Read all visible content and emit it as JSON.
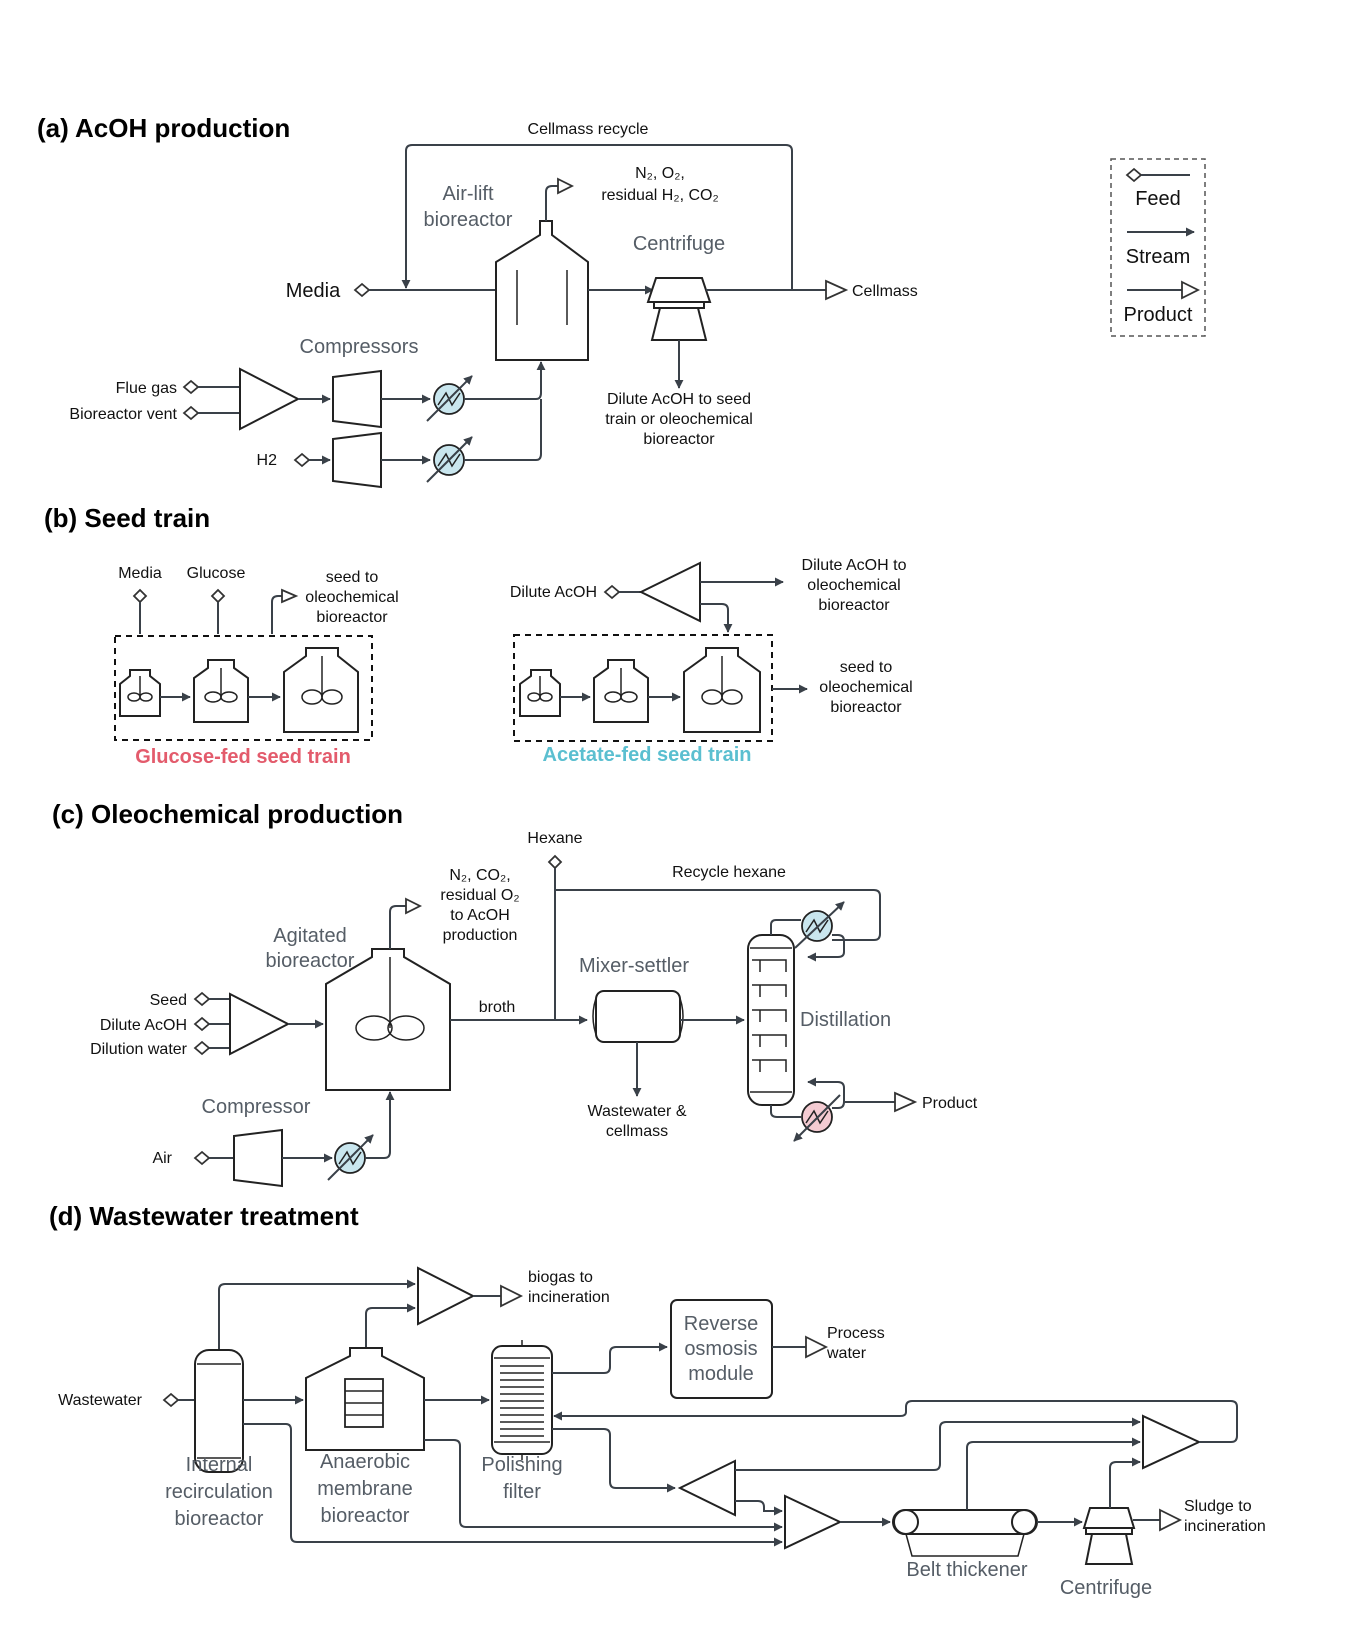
{
  "sections": {
    "a": "(a) AcOH production",
    "b": "(b) Seed train",
    "c": "(c) Oleochemical production",
    "d": "(d)  Wastewater treatment"
  },
  "legend": {
    "feed": "Feed",
    "stream": "Stream",
    "product": "Product"
  },
  "a": {
    "cellmass_recycle": "Cellmass recycle",
    "airlift": [
      "Air-lift",
      "bioreactor"
    ],
    "offgas": [
      "N₂, O₂,",
      "residual H₂, CO₂"
    ],
    "centrifuge": "Centrifuge",
    "media": "Media",
    "cellmass": "Cellmass",
    "compressors": "Compressors",
    "flue_gas": "Flue gas",
    "bioreactor_vent": "Bioreactor vent",
    "h2": "H2",
    "dilute_out": [
      "Dilute AcOH to seed",
      "train or oleochemical",
      "bioreactor"
    ]
  },
  "b": {
    "media": "Media",
    "glucose": "Glucose",
    "seed_out_glc": [
      "seed to",
      "oleochemical",
      "bioreactor"
    ],
    "glucose_train": "Glucose-fed seed train",
    "dilute_acoh": "Dilute AcOH",
    "dilute_out": [
      "Dilute AcOH to",
      "oleochemical",
      "bioreactor"
    ],
    "seed_out_ace": [
      "seed to",
      "oleochemical",
      "bioreactor"
    ],
    "acetate_train": "Acetate-fed seed train",
    "glucose_color": "#e35b6c",
    "acetate_color": "#5bbfd0"
  },
  "c": {
    "hexane": "Hexane",
    "offgas": [
      "N₂, CO₂,",
      "residual O₂",
      "to AcOH",
      "production"
    ],
    "recycle_hexane": "Recycle hexane",
    "agitated": [
      "Agitated",
      "bioreactor"
    ],
    "mixer_settler": "Mixer-settler",
    "seed": "Seed",
    "dilute_acoh": "Dilute AcOH",
    "dilution_water": "Dilution water",
    "broth": "broth",
    "distillation": "Distillation",
    "wastewater": [
      "Wastewater &",
      "cellmass"
    ],
    "compressor": "Compressor",
    "air": "Air",
    "product": "Product"
  },
  "d": {
    "biogas": [
      "biogas to",
      "incineration"
    ],
    "reverse_osmosis": [
      "Reverse",
      "osmosis",
      "module"
    ],
    "process_water": [
      "Process",
      "water"
    ],
    "wastewater": "Wastewater",
    "irb": [
      "Internal",
      "recirculation",
      "bioreactor"
    ],
    "anmbr": [
      "Anaerobic",
      "membrane",
      "bioreactor"
    ],
    "polishing": [
      "Polishing",
      "filter"
    ],
    "belt_thickener": "Belt thickener",
    "centrifuge": "Centrifuge",
    "sludge": [
      "Sludge to",
      "incineration"
    ]
  }
}
